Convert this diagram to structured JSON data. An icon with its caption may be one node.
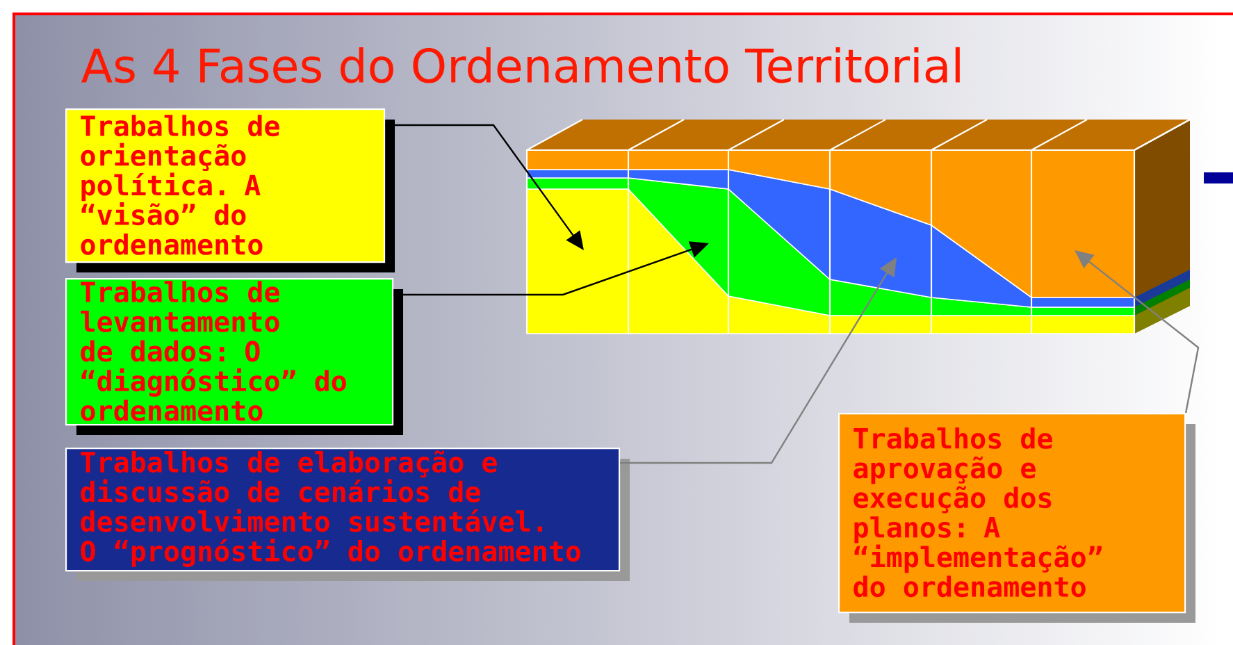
{
  "diagram": {
    "title": "As 4 Fases do Ordenamento Territorial",
    "nodes": [
      {
        "text": [
          "Trabalhos de orientação política. A “visão” do ordenamento"
        ]
      },
      {
        "text": [
          "Trabalhos de levantamento de dados: O “diagnóstico” do ordenamento"
        ]
      },
      {
        "text": [
          "Trabalhos de elaboração e discussão de cenários de desenvolvimento sustentável. O “prognóstico” do ordenamento"
        ]
      },
      {
        "text": [
          "Trabalhos de aprovação e execução dos planos: A “implementação” do ordenamento"
        ]
      }
    ],
    "edges": [
      {
        "from": 0,
        "to": null,
        "arrow": "to"
      },
      {
        "from": 1,
        "to": null,
        "arrow": "to"
      },
      {
        "from": 2,
        "to": null,
        "arrow": "to",
        "color": "#808080"
      },
      {
        "from": 3,
        "to": null,
        "arrow": "to",
        "color": "#808080"
      }
    ]
  }
}
